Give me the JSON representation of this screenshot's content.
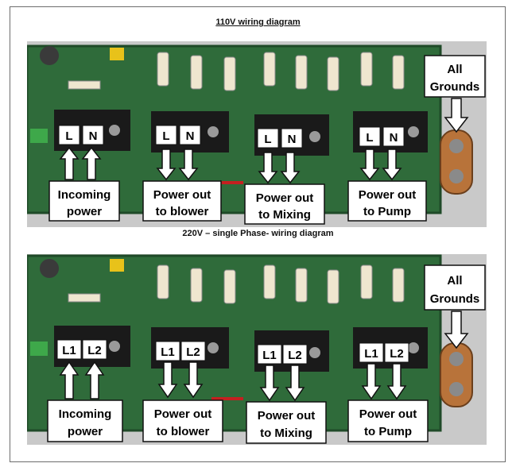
{
  "titles": {
    "top": "110V wiring diagram",
    "bottom": "220V – single Phase- wiring diagram"
  },
  "top_panel": {
    "pins": {
      "incoming": [
        "L",
        "N"
      ],
      "blower": [
        "L",
        "N"
      ],
      "mixing": [
        "L",
        "N"
      ],
      "pump": [
        "L",
        "N"
      ]
    },
    "callouts": {
      "incoming": [
        "Incoming",
        "power"
      ],
      "blower": [
        "Power out",
        "to blower"
      ],
      "mixing": [
        "Power out",
        "to Mixing"
      ],
      "pump": [
        "Power out",
        "to Pump"
      ],
      "grounds": [
        "All",
        "Grounds"
      ]
    }
  },
  "bottom_panel": {
    "pins": {
      "incoming": [
        "L1",
        "L2"
      ],
      "blower": [
        "L1",
        "L2"
      ],
      "mixing": [
        "L1",
        "L2"
      ],
      "pump": [
        "L1",
        "L2"
      ]
    },
    "callouts": {
      "incoming": [
        "Incoming",
        "power"
      ],
      "blower": [
        "Power out",
        "to blower"
      ],
      "mixing": [
        "Power out",
        "to Mixing"
      ],
      "pump": [
        "Power out",
        "to Pump"
      ],
      "grounds": [
        "All",
        "Grounds"
      ]
    }
  },
  "colors": {
    "pcb": "#2f6b3a",
    "pcb_dark": "#1f4a28",
    "terminal": "#1a1a1a",
    "fuse": "#efe6cf",
    "copper": "#b8733a",
    "label_bg": "#ffffff",
    "label_border": "#111111"
  }
}
